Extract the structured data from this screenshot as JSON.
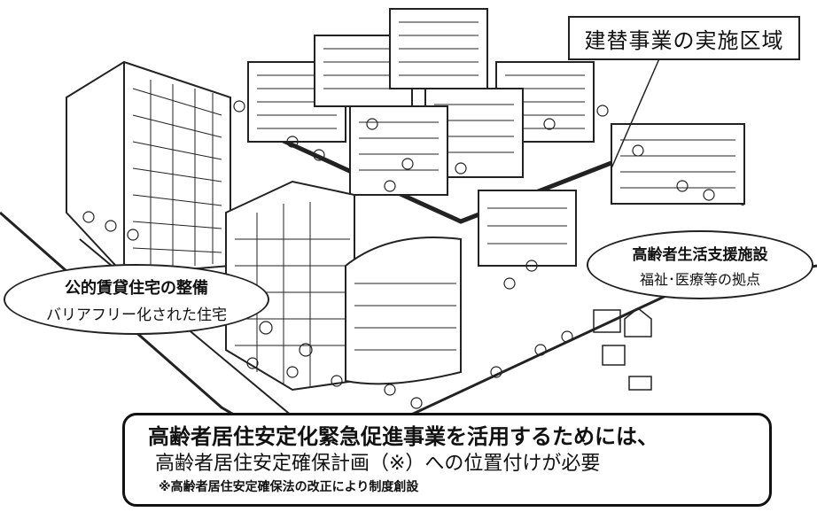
{
  "callouts": {
    "project_area": "建替事業の実施区域",
    "public_housing": {
      "line1": "公的賃貸住宅の整備",
      "line2": "バリアフリー化された住宅"
    },
    "elderly_support": {
      "line1": "高齢者生活支援施設",
      "line2": "福祉･医療等の拠点"
    }
  },
  "note_box": {
    "line1": "高齢者居住安定化緊急促進事業を活用するためには、",
    "line2": "高齢者居住安定確保計画（※）への位置付けが必要",
    "line3": "※高齢者居住安定確保法の改正により制度創設"
  }
}
